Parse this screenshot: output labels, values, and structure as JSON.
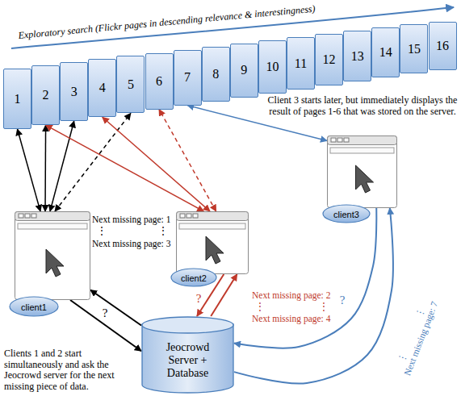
{
  "diagram": {
    "nodes": [
      {
        "text": [
          "1"
        ]
      },
      {
        "text": [
          "2"
        ]
      },
      {
        "text": [
          "3"
        ]
      },
      {
        "text": [
          "4"
        ]
      },
      {
        "text": [
          "5"
        ]
      },
      {
        "text": [
          "6"
        ]
      },
      {
        "text": [
          "7"
        ]
      },
      {
        "text": [
          "8"
        ]
      },
      {
        "text": [
          "9"
        ]
      },
      {
        "text": [
          "10"
        ]
      },
      {
        "text": [
          "11"
        ]
      },
      {
        "text": [
          "12"
        ]
      },
      {
        "text": [
          "13"
        ]
      },
      {
        "text": [
          "14"
        ]
      },
      {
        "text": [
          "15"
        ]
      },
      {
        "text": [
          "16"
        ]
      },
      {
        "text": [
          "client3"
        ]
      },
      {
        "text": [
          "client2"
        ]
      },
      {
        "text": [
          "client1"
        ]
      },
      {
        "text": [
          "Jeocrowd Server + Database"
        ]
      }
    ],
    "edges": [
      {
        "from": 18,
        "to": 0,
        "arrow": "both"
      },
      {
        "from": 18,
        "to": 1,
        "arrow": "both"
      },
      {
        "from": 18,
        "to": 2,
        "arrow": "both"
      },
      {
        "from": 18,
        "to": 4,
        "arrow": "both"
      },
      {
        "from": 17,
        "to": 1,
        "arrow": "both"
      },
      {
        "from": 17,
        "to": 3,
        "arrow": "both"
      },
      {
        "from": 17,
        "to": 5,
        "arrow": "both"
      },
      {
        "from": 16,
        "to": 6,
        "arrow": "both"
      },
      {
        "from": 18,
        "to": 19,
        "label": "?",
        "arrow": "to"
      },
      {
        "from": 19,
        "to": 18,
        "arrow": "to"
      },
      {
        "from": 17,
        "to": 19,
        "label": "?",
        "arrow": "to"
      },
      {
        "from": 19,
        "to": 17,
        "arrow": "to"
      },
      {
        "from": 16,
        "to": 19,
        "label": "?",
        "arrow": "to"
      },
      {
        "from": 19,
        "to": 16,
        "arrow": "to"
      }
    ],
    "labels": [
      "Exploratory search (Flickr pages in descending relevance & interestingness)",
      "Client 3 starts later, but immediately displays the result of pages 1-6 that was stored on the server.",
      "Next missing page: 1",
      "⋮",
      "⋮",
      "Next missing page: 3",
      "Next missing page: 2",
      "⋮",
      "⋮",
      "Next missing page: 4",
      "Clients 1 and 2 start simultaneously and ask the Jeocrowd server for the next missing piece of data.",
      "⋮",
      "⋮",
      "Next missing page: 7"
    ]
  }
}
